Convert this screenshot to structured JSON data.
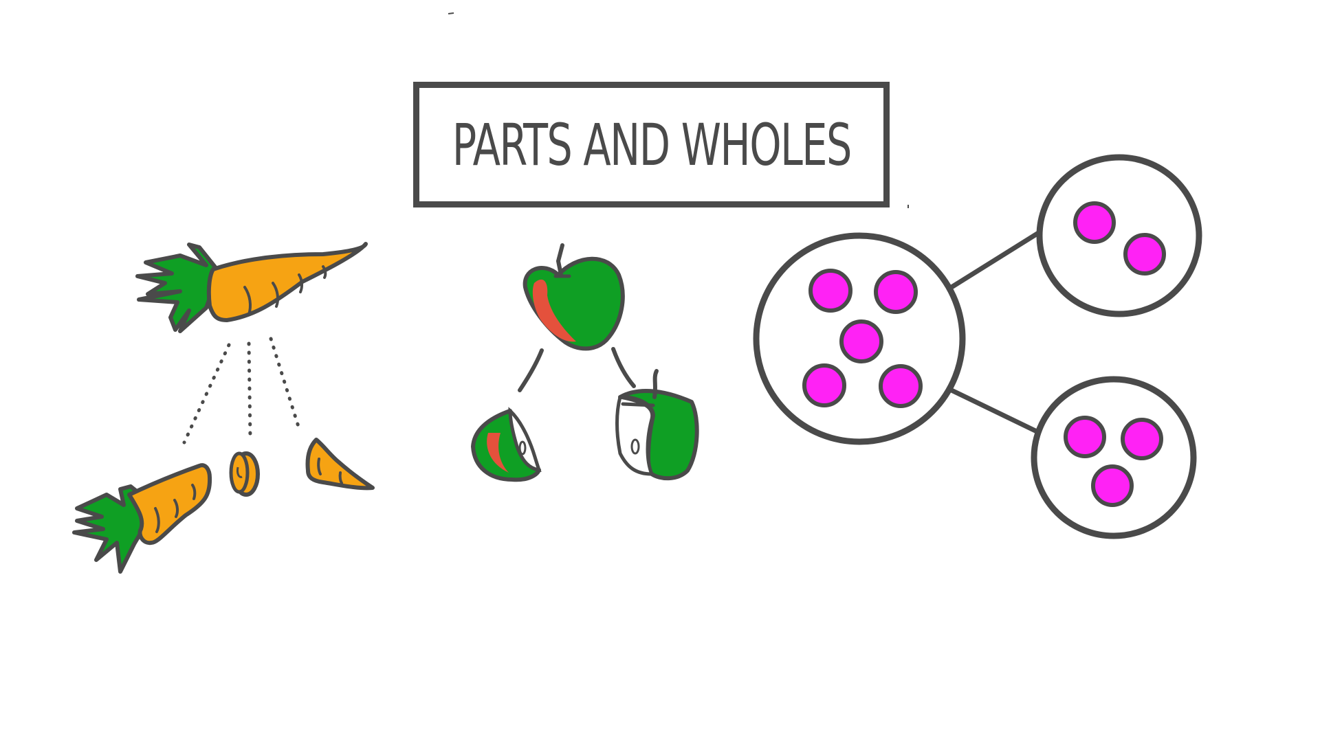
{
  "title": "PARTS AND WHOLES",
  "colors": {
    "outline": "#4a4a4a",
    "carrot": "#f6a313",
    "leaf": "#0f9f24",
    "apple_green": "#0f9f24",
    "apple_red": "#e4513c",
    "dot": "#ff22f5",
    "background": "#ffffff"
  },
  "illustrations": [
    {
      "name": "carrot",
      "whole": "whole carrot",
      "parts": [
        "carrot top piece",
        "carrot slice",
        "carrot tip"
      ]
    },
    {
      "name": "apple",
      "whole": "whole apple",
      "parts": [
        "apple half left",
        "apple half right"
      ]
    },
    {
      "name": "part-part-whole",
      "whole_count": 5,
      "parts_counts": [
        2,
        3
      ]
    }
  ]
}
